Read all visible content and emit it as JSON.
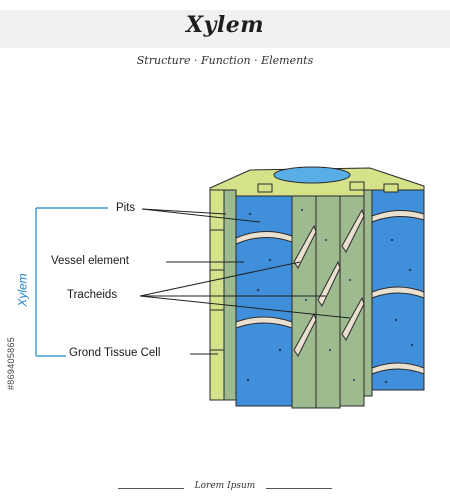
{
  "header": {
    "title": "Xylem",
    "subtitle": "Structure · Function · Elements"
  },
  "labels": {
    "pits": "Pits",
    "vessel_element": "Vessel element",
    "tracheids": "Tracheids",
    "ground_tissue_cell": "Grond Tissue Cell"
  },
  "bracket_label": "Xylem",
  "stock_id": "#869405865",
  "footer": "Lorem Ipsum",
  "colors": {
    "vessel_blue": "#3f8fdb",
    "tracheid_green": "#9dbb8e",
    "ground_yellow": "#d6e28a",
    "accent_blue": "#1f86c8"
  }
}
